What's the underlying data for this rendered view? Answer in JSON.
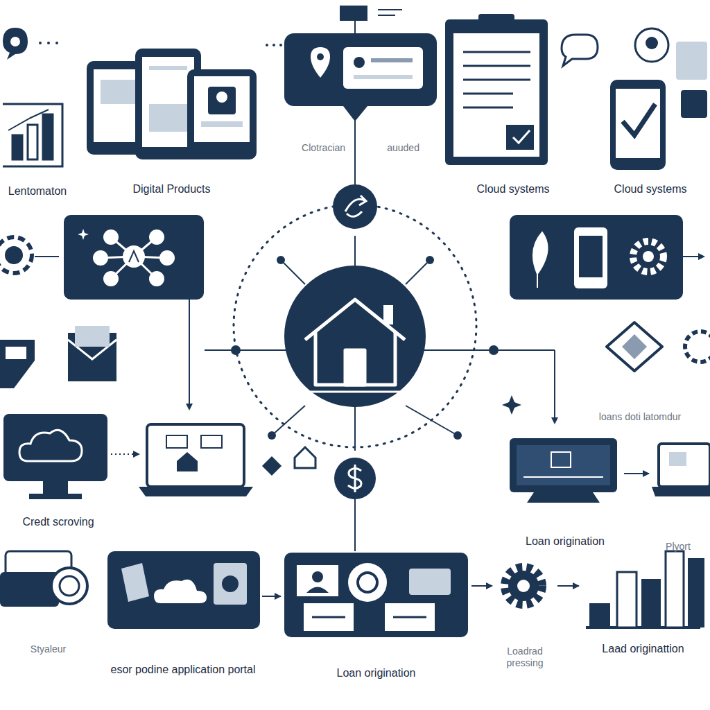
{
  "diagram": {
    "nodes": [
      {
        "text": [
          "Lentomaton"
        ]
      },
      {
        "text": [
          "Digital Products"
        ]
      },
      {
        "text": [
          "Clotracian",
          "auuded"
        ]
      },
      {
        "text": [
          "Cloud systems"
        ]
      },
      {
        "text": [
          "Cloud systems"
        ]
      },
      {
        "text": [
          "loans doti latomdur"
        ]
      },
      {
        "text": [
          "Credt scroving"
        ]
      },
      {
        "text": [
          "Loan origination"
        ]
      },
      {
        "text": [
          "Plyort"
        ]
      },
      {
        "text": [
          "Styaleur"
        ]
      },
      {
        "text": [
          "esor podine application portal"
        ]
      },
      {
        "text": [
          "Loan origination"
        ]
      },
      {
        "text": [
          "Loadrad pressing"
        ]
      },
      {
        "text": [
          "Laad originattion"
        ]
      }
    ],
    "edges": [
      {
        "from": 7,
        "to": 8,
        "arrow": "to"
      },
      {
        "from": 10,
        "to": 11,
        "arrow": "to"
      },
      {
        "from": 11,
        "to": 12,
        "arrow": "to"
      },
      {
        "from": 12,
        "to": 13,
        "arrow": "to"
      }
    ]
  }
}
